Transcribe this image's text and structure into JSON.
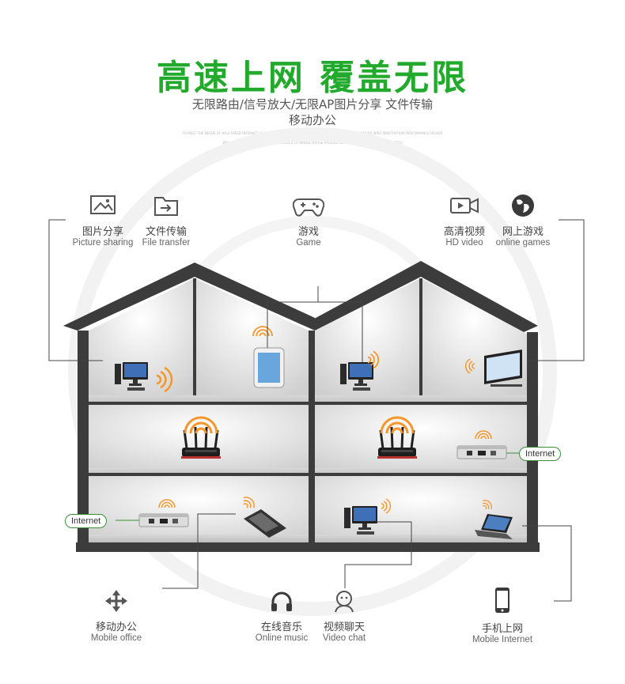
{
  "header": {
    "title": "高速上网 覆盖无限",
    "subtitle_line1": "无限路由/信号放大/无限AP图片分享 文件传输",
    "subtitle_line2": "移动办公",
    "fine_print_1": "TO MEET THE NEEDS OF HIGH SPEED INTERNET ACCESS THE EXTERNAL HIGH GAIN DUAL SIGNAL STABILITY STRONGER WIRE PENETRATION PERFORMANCE HIGHER PERFORMANCE",
    "fine_print_2": "WIFI SIGNAL STRONGER TRANSMIT SIGNALS TO WHOLE HOUSE PROVIDE BETTER AND FASTER INTERNET ACCESS"
  },
  "features_top": [
    {
      "icon": "picture-icon",
      "cn": "图片分享",
      "en": "Picture sharing"
    },
    {
      "icon": "file-transfer-icon",
      "cn": "文件传输",
      "en": "File transfer"
    },
    {
      "icon": "gamepad-icon",
      "cn": "游戏",
      "en": "Game"
    },
    {
      "icon": "video-camera-icon",
      "cn": "高清视频",
      "en": "HD video"
    },
    {
      "icon": "globe-icon",
      "cn": "网上游戏",
      "en": "online games"
    }
  ],
  "features_bottom": [
    {
      "icon": "move-arrows-icon",
      "cn": "移动办公",
      "en": "Mobile office"
    },
    {
      "icon": "headphones-icon",
      "cn": "在线音乐",
      "en": "Online music"
    },
    {
      "icon": "chat-face-icon",
      "cn": "视频聊天",
      "en": "Video chat"
    },
    {
      "icon": "phone-icon",
      "cn": "手机上网",
      "en": "Mobile Internet"
    }
  ],
  "house_labels": {
    "internet_left": "Internet",
    "internet_right": "Internet"
  },
  "colors": {
    "title_green": "#22aa2c",
    "wall_dark": "#3c3c3c",
    "signal_orange": "#f5962a",
    "connector_green": "#3a8f3a"
  }
}
